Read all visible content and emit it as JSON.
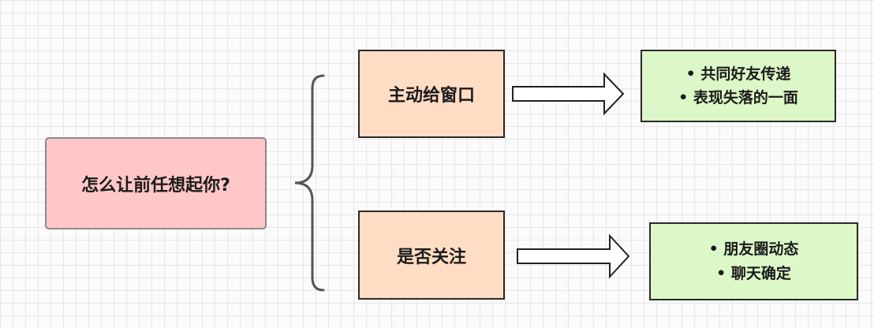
{
  "diagram": {
    "root": {
      "label": "怎么让前任想起你?"
    },
    "branches": [
      {
        "label": "主动给窗口",
        "items": [
          "• 共同好友传递",
          "• 表现失落的一面"
        ]
      },
      {
        "label": "是否关注",
        "items": [
          "• 朋友圈动态",
          "• 聊天确定"
        ]
      }
    ]
  }
}
